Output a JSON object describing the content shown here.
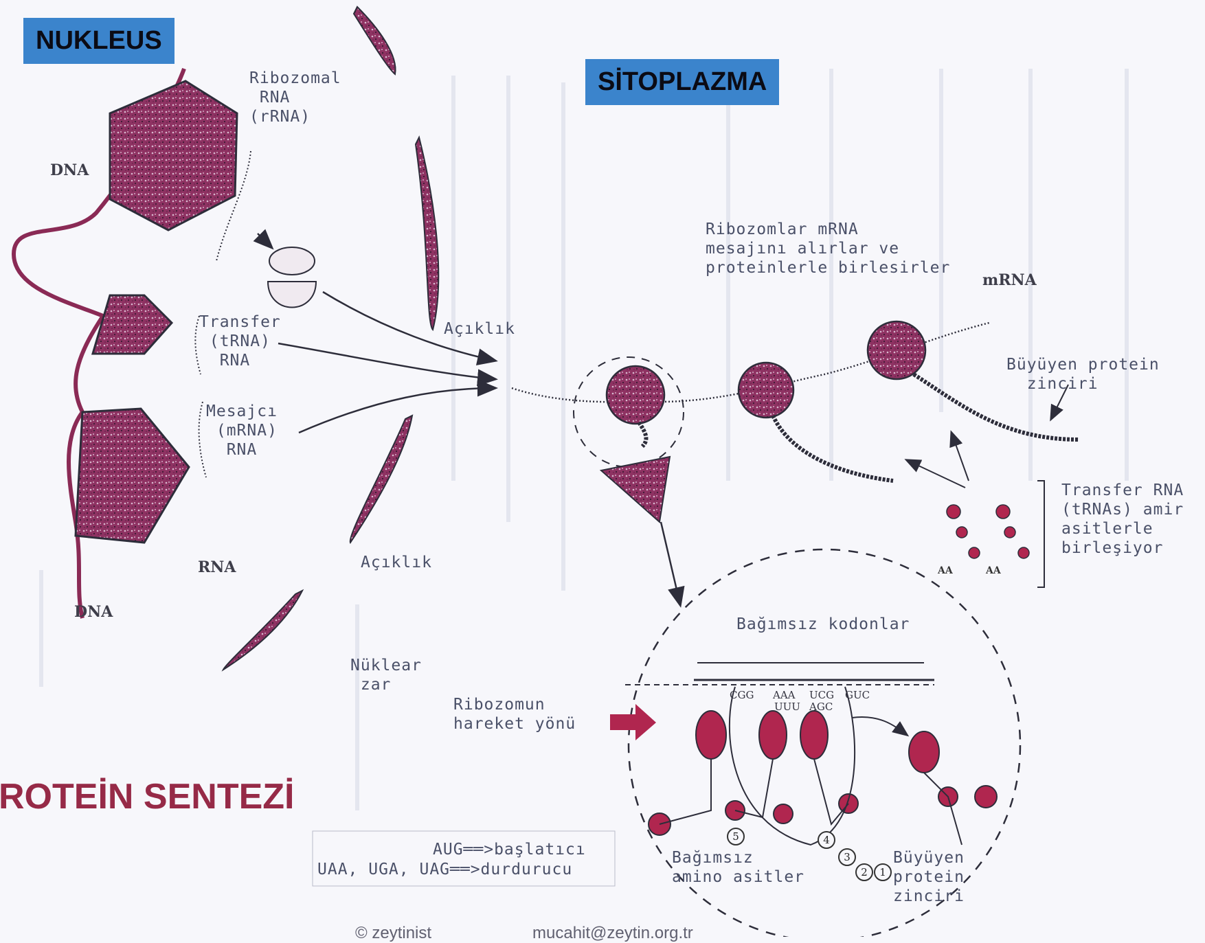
{
  "labels": {
    "nukleus": "NUKLEUS",
    "sitoplazma": "SİTOPLAZMA",
    "title": "ROTEİN SENTEZİ",
    "dna_top": "DNA",
    "dna_bottom": "DNA",
    "rna": "RNA",
    "ribozomal": "Ribozomal\n RNA\n(rRNA)",
    "transfer": "Transfer\n (tRNA)\n  RNA",
    "mesajci": "Mesajcı\n (mRNA)\n  RNA",
    "aciklik_1": "Açıklık",
    "aciklik_2": "Açıklık",
    "nuklear_zar": "Nüklear\n zar",
    "ribozomlar_msg": "Ribozomlar mRNA\nmesajını alırlar ve\nproteinlerle birlesirler",
    "mrna": "mRNA",
    "buyuyen_1": "Büyüyen protein\n  zinciri",
    "transfer_rna_aa": "Transfer RNA\n(tRNAs) amir\nasitlerle\nbirleşiyor",
    "aa_1": "AA",
    "aa_2": "AA",
    "bagimsiz_kodonlar": "Bağımsız kodonlar",
    "ribozom_yonu": "Ribozomun\nhareket yönü",
    "aug": "AUG══>başlatıcı",
    "stop": "UAA, UGA, UAG══>durdurucu",
    "bagimsiz_amino": "Bağımsız\namino asitler",
    "buyuyen_2": "Büyüyen\nprotein\nzinciri"
  },
  "codons": {
    "c1": "CGG",
    "c2": "AAA",
    "c2b": "UUU",
    "c3": "UCG",
    "c3b": "AGC",
    "c4": "GUC"
  },
  "numbers": [
    "5",
    "4",
    "3",
    "2",
    "1"
  ],
  "footer": {
    "left": "© zeytinist",
    "right": "mucahit@zeytin.org.tr"
  },
  "colors": {
    "label_box": "#3b84cc",
    "title": "#962a47",
    "ribosome": "#8a2a55",
    "ink": "#2d2d3a"
  }
}
